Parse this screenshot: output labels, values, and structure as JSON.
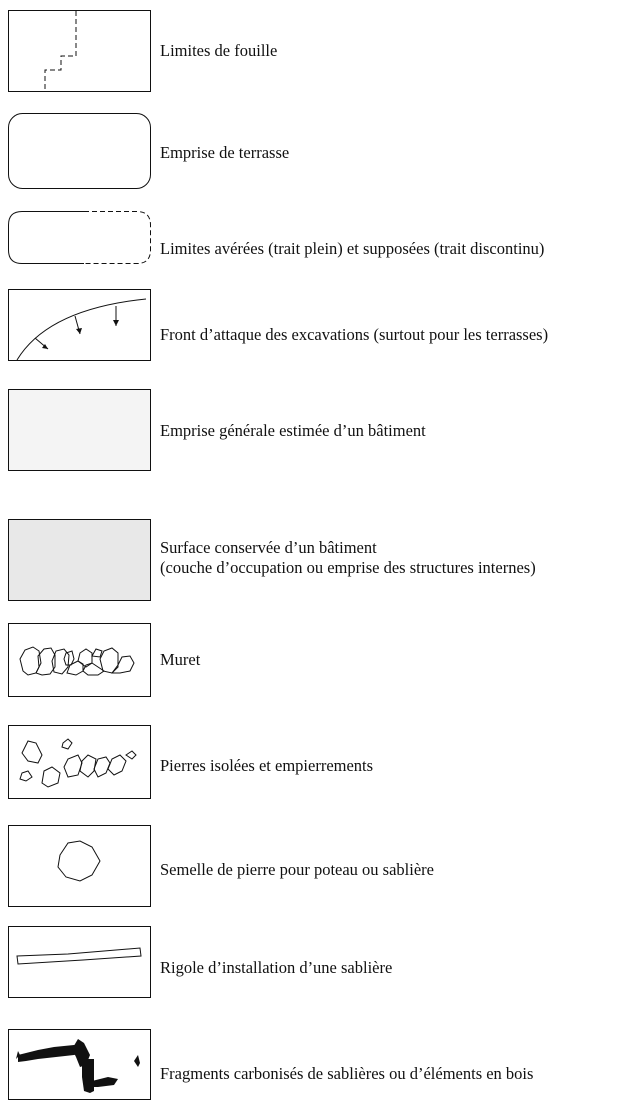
{
  "legend": {
    "items": [
      {
        "label": "Limites de fouille"
      },
      {
        "label": "Emprise de terrasse"
      },
      {
        "label": "Limites avérées (trait plein) et supposées (trait discontinu)"
      },
      {
        "label": "Front d’attaque des excavations (surtout pour les terrasses)"
      },
      {
        "label": "Emprise générale estimée d’un bâtiment",
        "fill": "#f4f4f4"
      },
      {
        "label": "Surface conservée d’un bâtiment",
        "label_line2": "(couche d’occupation ou emprise des structures internes)",
        "fill": "#e8e8e8"
      },
      {
        "label": "Muret"
      },
      {
        "label": "Pierres isolées et empierrements"
      },
      {
        "label": "Semelle de pierre pour poteau ou sablière"
      },
      {
        "label": "Rigole d’installation d’une sablière"
      },
      {
        "label": "Fragments carbonisés de sablières ou d’éléments en bois"
      }
    ]
  }
}
